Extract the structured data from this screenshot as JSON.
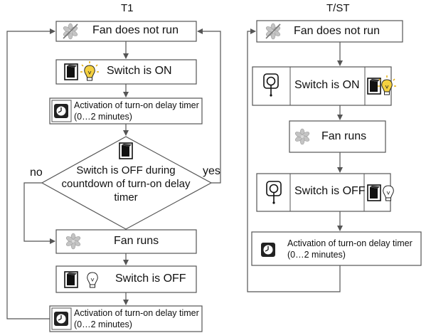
{
  "t1": {
    "title": "T1",
    "fan_not_run": "Fan does not run",
    "switch_on": "Switch is ON",
    "activation_1": "Activation of turn-on delay timer (0…2 minutes)",
    "decision": "Switch is OFF during countdown of turn-on delay timer",
    "no": "no",
    "yes": "yes",
    "fan_runs": "Fan runs",
    "switch_off": "Switch is OFF",
    "activation_2": "Activation of turn-on delay timer (0…2 minutes)"
  },
  "tst": {
    "title": "T/ST",
    "fan_not_run": "Fan does not run",
    "switch_on": "Switch is ON",
    "fan_runs": "Fan runs",
    "switch_off": "Switch is OFF",
    "activation": "Activation of turn-on delay timer (0…2 minutes)"
  },
  "icons": {
    "fan": "fan-icon",
    "fan_crossed": "fan-off-icon",
    "wall_switch": "wall-switch-icon",
    "bulb_lit": "bulb-on-icon",
    "bulb_off": "bulb-off-icon",
    "timer": "timer-icon",
    "pull_switch": "pull-switch-icon"
  },
  "colors": {
    "stroke": "#555555",
    "bulb_glow": "#f2c200",
    "fan": "#b8b8b8"
  }
}
